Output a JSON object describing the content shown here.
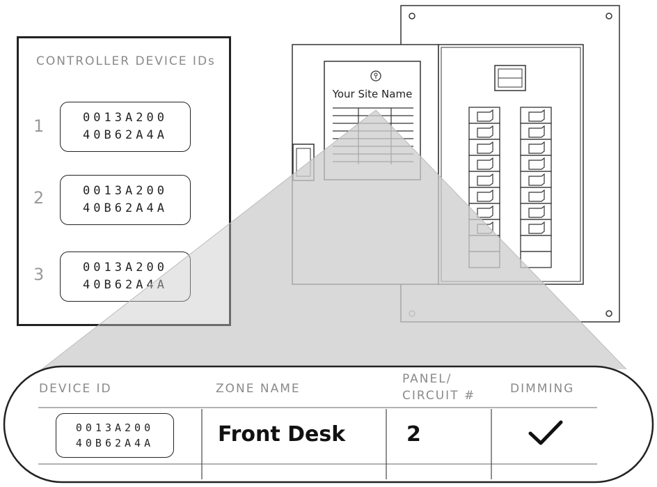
{
  "ids_panel": {
    "title": "CONTROLLER DEVICE IDs",
    "entries": [
      {
        "number": "1",
        "id_line1": "0013A200",
        "id_line2": "40B62A4A"
      },
      {
        "number": "2",
        "id_line1": "0013A200",
        "id_line2": "40B62A4A"
      },
      {
        "number": "3",
        "id_line1": "0013A200",
        "id_line2": "40B62A4A"
      }
    ]
  },
  "directory_card": {
    "site_name": "Your Site Name"
  },
  "zone_table": {
    "headers": {
      "device_id": "DEVICE ID",
      "zone_name": "ZONE NAME",
      "panel_circuit_line1": "PANEL/",
      "panel_circuit_line2": "CIRCUIT #",
      "dimming": "DIMMING"
    },
    "row": {
      "id_line1": "0013A200",
      "id_line2": "40B62A4A",
      "zone_name": "Front Desk",
      "circuit": "2",
      "dimming_mark": "✓"
    }
  },
  "breaker_panel": {
    "left_column_breakers": 8,
    "right_column_breakers": 8
  }
}
